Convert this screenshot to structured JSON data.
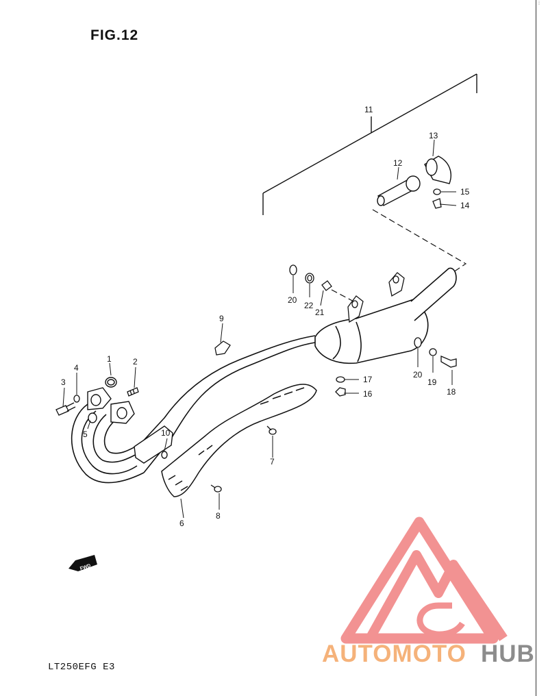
{
  "figure": {
    "title": "FIG.12",
    "model": "LT250EFG E3",
    "direction_label": "FWD"
  },
  "callouts": [
    {
      "id": "callout-1",
      "label": "1"
    },
    {
      "id": "callout-2",
      "label": "2"
    },
    {
      "id": "callout-3",
      "label": "3"
    },
    {
      "id": "callout-4",
      "label": "4"
    },
    {
      "id": "callout-5",
      "label": "5"
    },
    {
      "id": "callout-6",
      "label": "6"
    },
    {
      "id": "callout-7",
      "label": "7"
    },
    {
      "id": "callout-8",
      "label": "8"
    },
    {
      "id": "callout-9",
      "label": "9"
    },
    {
      "id": "callout-10",
      "label": "10"
    },
    {
      "id": "callout-11",
      "label": "11"
    },
    {
      "id": "callout-12",
      "label": "12"
    },
    {
      "id": "callout-13",
      "label": "13"
    },
    {
      "id": "callout-14",
      "label": "14"
    },
    {
      "id": "callout-15",
      "label": "15"
    },
    {
      "id": "callout-16",
      "label": "16"
    },
    {
      "id": "callout-17",
      "label": "17"
    },
    {
      "id": "callout-18",
      "label": "18"
    },
    {
      "id": "callout-19",
      "label": "19"
    },
    {
      "id": "callout-20a",
      "label": "20"
    },
    {
      "id": "callout-20b",
      "label": "20"
    },
    {
      "id": "callout-21",
      "label": "21"
    },
    {
      "id": "callout-22",
      "label": "22"
    }
  ],
  "watermark": {
    "text_a": "AUTOMOTO",
    "text_b": "HUB",
    "color_a": "#f5b27a",
    "color_b": "#8c8c8c",
    "logo_color": "#f08080"
  }
}
